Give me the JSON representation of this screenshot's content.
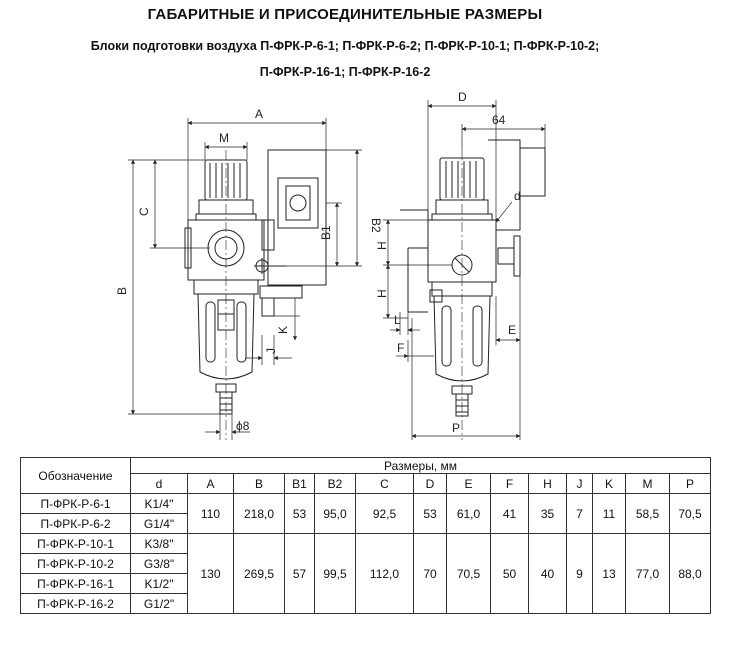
{
  "title": "ГАБАРИТНЫЕ И ПРИСОЕДИНИТЕЛЬНЫЕ РАЗМЕРЫ",
  "subtitle_line1": "Блоки подготовки воздуха П-ФРК-Р-6-1; П-ФРК-Р-6-2; П-ФРК-Р-10-1; П-ФРК-Р-10-2;",
  "subtitle_line2": "П-ФРК-Р-16-1; П-ФРК-Р-16-2",
  "drawing_labels": {
    "A": "A",
    "M": "M",
    "C": "C",
    "B": "B",
    "B1": "B1",
    "B2": "B2",
    "K": "K",
    "J": "J",
    "phi8": "ϕ8",
    "D": "D",
    "dim64": "64",
    "d": "d",
    "H_top": "H",
    "H_bottom": "H",
    "L": "L",
    "F": "F",
    "E": "E",
    "P": "P"
  },
  "table": {
    "designation_header": "Обозначение",
    "dimensions_header": "Размеры, мм",
    "columns": [
      "d",
      "A",
      "B",
      "B1",
      "B2",
      "C",
      "D",
      "E",
      "F",
      "H",
      "J",
      "K",
      "M",
      "P"
    ],
    "groups": [
      {
        "rows": [
          {
            "designation": "П-ФРК-Р-6-1",
            "d": "K1/4\""
          },
          {
            "designation": "П-ФРК-Р-6-2",
            "d": "G1/4\""
          }
        ],
        "values": [
          "110",
          "218,0",
          "53",
          "95,0",
          "92,5",
          "53",
          "61,0",
          "41",
          "35",
          "7",
          "11",
          "58,5",
          "70,5"
        ]
      },
      {
        "rows": [
          {
            "designation": "П-ФРК-Р-10-1",
            "d": "K3/8\""
          },
          {
            "designation": "П-ФРК-Р-10-2",
            "d": "G3/8\""
          },
          {
            "designation": "П-ФРК-Р-16-1",
            "d": "K1/2\""
          },
          {
            "designation": "П-ФРК-Р-16-2",
            "d": "G1/2\""
          }
        ],
        "values": [
          "130",
          "269,5",
          "57",
          "99,5",
          "112,0",
          "70",
          "70,5",
          "50",
          "40",
          "9",
          "13",
          "77,0",
          "88,0"
        ]
      }
    ]
  }
}
